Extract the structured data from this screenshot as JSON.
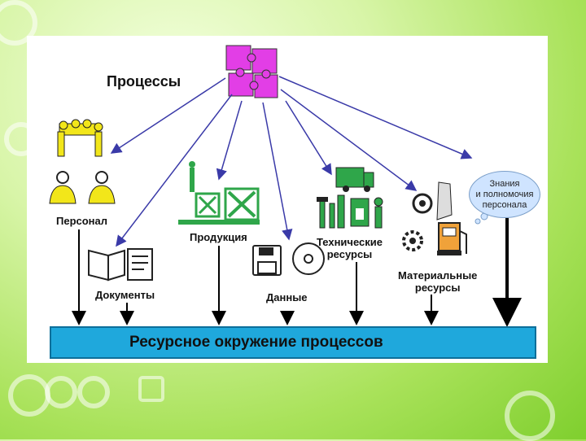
{
  "diagram": {
    "title": "Процессы",
    "nodes": {
      "personnel": "Персонал",
      "documents": "Документы",
      "products": "Продукция",
      "data": "Данные",
      "technical_1": "Технические",
      "technical_2": "ресурсы",
      "material_1": "Материальные",
      "material_2": "ресурсы",
      "knowledge_1": "Знания",
      "knowledge_2": "и полномочия",
      "knowledge_3": "персонала"
    },
    "bottom_bar": "Ресурсное окружение процессов"
  },
  "colors": {
    "puzzle": "#e23ee6",
    "arrow": "#3a3aa8",
    "bar": "#1fa8dc",
    "icon_yellow": "#f2e61a",
    "icon_green": "#2fa64a"
  },
  "icons": [
    "puzzle-icon",
    "people-meeting-icon",
    "person-icon",
    "documents-icon",
    "product-box-icon",
    "floppy-disk-icon",
    "cd-icon",
    "truck-icon",
    "tools-icon",
    "gear-icon",
    "fuel-pump-icon",
    "thought-bubble-icon"
  ]
}
